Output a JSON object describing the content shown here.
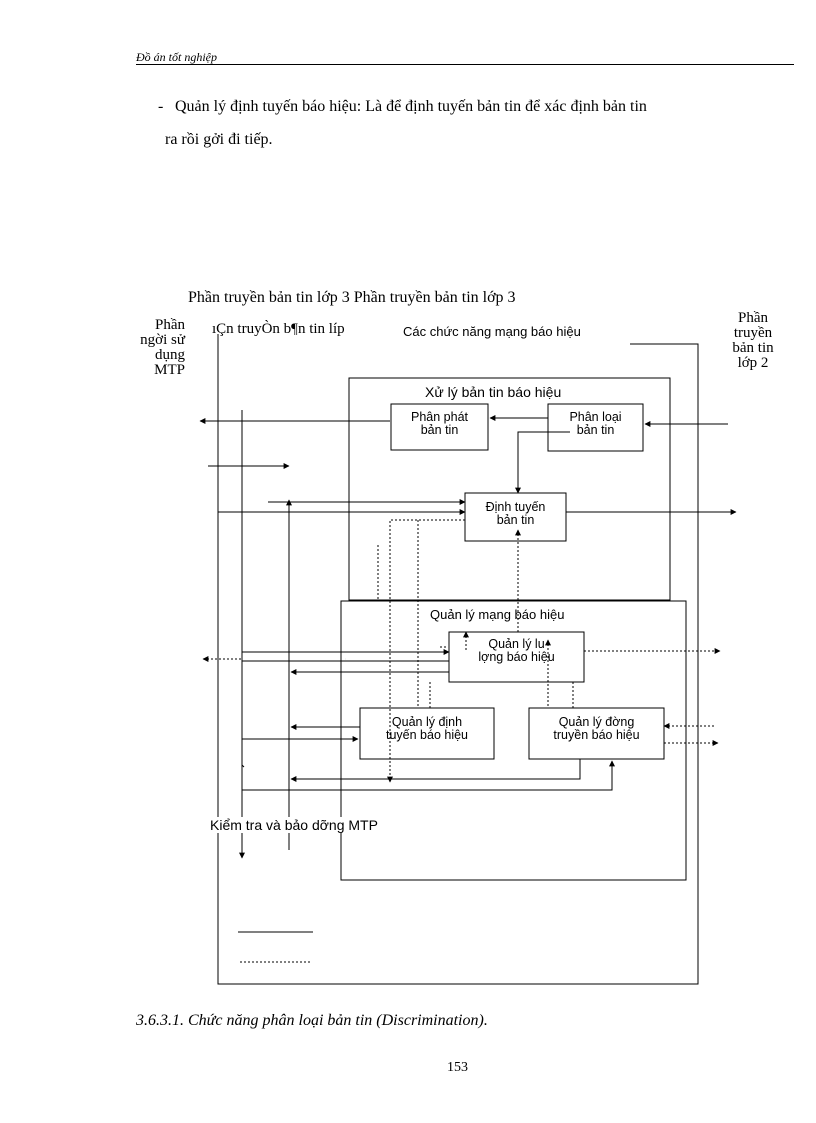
{
  "header": {
    "title": "Đồ án tốt nghiệp"
  },
  "body": {
    "bullet": "-",
    "line1": "Quản lý định tuyến báo hiệu: Là để định tuyến bản tin để xác định bản tin",
    "line2": "ra rồi gởi đi tiếp."
  },
  "diagram": {
    "top_title": "Phần truyền bản tin lớp 3 Phần truyền bản tin lớp 3",
    "left_user": [
      "Phần",
      "ngời sử",
      "dụng",
      "MTP"
    ],
    "garbled_label": "ıÇn truyÒn b¶n tin  líp",
    "network_functions": "Các chức năng mạng báo hiệu",
    "right_layer2": [
      "Phần",
      "truyền",
      "bản tin",
      "lớp 2"
    ],
    "msg_handling": "Xử lý bản tin báo hiệu",
    "distribution": [
      "Phân phát",
      "bản tin"
    ],
    "discrimination": [
      "Phân loại",
      "bản tin"
    ],
    "routing": [
      "Định tuyến",
      "bản tin"
    ],
    "network_mgmt": "Quản lý mạng báo hiệu",
    "traffic_mgmt": [
      "Quản lý lu",
      "lợng   báo hiệu"
    ],
    "route_mgmt": [
      "Quản lý định",
      "tuyến báo hiệu"
    ],
    "link_mgmt": [
      "Quản lý đờng",
      "truyền báo hiệu"
    ],
    "test_maintenance": "Kiểm tra và bảo dỡng  MTP"
  },
  "caption": "3.6.3.1. Chức năng phân loại bản tin (Discrimination).",
  "page_number": "153"
}
